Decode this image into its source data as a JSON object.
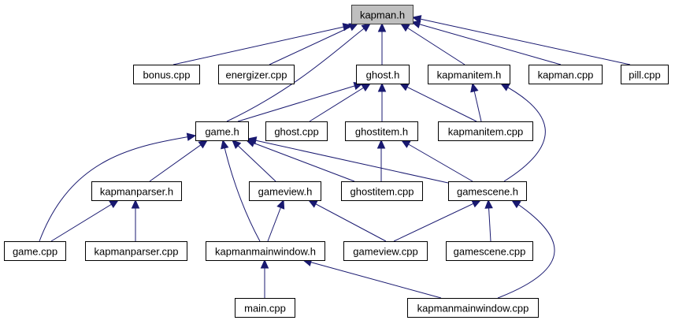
{
  "diagram": {
    "type": "include-dependency-graph",
    "colors": {
      "edge": "#191970",
      "root_fill": "#bfbfbf",
      "node_fill": "#ffffff",
      "node_border": "#000000"
    },
    "root": "kapman.h",
    "nodes": [
      {
        "id": "kapman_h",
        "label": "kapman.h",
        "root": true
      },
      {
        "id": "bonus_cpp",
        "label": "bonus.cpp"
      },
      {
        "id": "energizer_cpp",
        "label": "energizer.cpp"
      },
      {
        "id": "ghost_h",
        "label": "ghost.h"
      },
      {
        "id": "kapmanitem_h",
        "label": "kapmanitem.h"
      },
      {
        "id": "kapman_cpp",
        "label": "kapman.cpp"
      },
      {
        "id": "pill_cpp",
        "label": "pill.cpp"
      },
      {
        "id": "game_h",
        "label": "game.h"
      },
      {
        "id": "ghost_cpp",
        "label": "ghost.cpp"
      },
      {
        "id": "ghostitem_h",
        "label": "ghostitem.h"
      },
      {
        "id": "kapmanitem_cpp",
        "label": "kapmanitem.cpp"
      },
      {
        "id": "kapmanparser_h",
        "label": "kapmanparser.h"
      },
      {
        "id": "gameview_h",
        "label": "gameview.h"
      },
      {
        "id": "ghostitem_cpp",
        "label": "ghostitem.cpp"
      },
      {
        "id": "gamescene_h",
        "label": "gamescene.h"
      },
      {
        "id": "game_cpp",
        "label": "game.cpp"
      },
      {
        "id": "kapmanparser_cpp",
        "label": "kapmanparser.cpp"
      },
      {
        "id": "kapmanmainwindow_h",
        "label": "kapmanmainwindow.h"
      },
      {
        "id": "gameview_cpp",
        "label": "gameview.cpp"
      },
      {
        "id": "gamescene_cpp",
        "label": "gamescene.cpp"
      },
      {
        "id": "main_cpp",
        "label": "main.cpp"
      },
      {
        "id": "kapmanmainwindow_cpp",
        "label": "kapmanmainwindow.cpp"
      }
    ],
    "edges": [
      {
        "from": "bonus_cpp",
        "to": "kapman_h"
      },
      {
        "from": "energizer_cpp",
        "to": "kapman_h"
      },
      {
        "from": "game_h",
        "to": "kapman_h"
      },
      {
        "from": "ghost_h",
        "to": "kapman_h"
      },
      {
        "from": "kapmanitem_h",
        "to": "kapman_h"
      },
      {
        "from": "kapman_cpp",
        "to": "kapman_h"
      },
      {
        "from": "pill_cpp",
        "to": "kapman_h"
      },
      {
        "from": "game_h",
        "to": "ghost_h"
      },
      {
        "from": "ghost_cpp",
        "to": "ghost_h"
      },
      {
        "from": "ghostitem_h",
        "to": "ghost_h"
      },
      {
        "from": "kapmanitem_cpp",
        "to": "ghost_h"
      },
      {
        "from": "kapmanitem_cpp",
        "to": "kapmanitem_h"
      },
      {
        "from": "gamescene_h",
        "to": "kapmanitem_h"
      },
      {
        "from": "game_cpp",
        "to": "game_h"
      },
      {
        "from": "kapmanparser_h",
        "to": "game_h"
      },
      {
        "from": "kapmanmainwindow_h",
        "to": "game_h"
      },
      {
        "from": "gameview_h",
        "to": "game_h"
      },
      {
        "from": "ghostitem_cpp",
        "to": "game_h"
      },
      {
        "from": "gamescene_h",
        "to": "game_h"
      },
      {
        "from": "ghostitem_cpp",
        "to": "ghostitem_h"
      },
      {
        "from": "gamescene_h",
        "to": "ghostitem_h"
      },
      {
        "from": "game_cpp",
        "to": "kapmanparser_h"
      },
      {
        "from": "kapmanparser_cpp",
        "to": "kapmanparser_h"
      },
      {
        "from": "kapmanmainwindow_h",
        "to": "gameview_h"
      },
      {
        "from": "gameview_cpp",
        "to": "gameview_h"
      },
      {
        "from": "gameview_cpp",
        "to": "gamescene_h"
      },
      {
        "from": "gamescene_cpp",
        "to": "gamescene_h"
      },
      {
        "from": "kapmanmainwindow_cpp",
        "to": "gamescene_h"
      },
      {
        "from": "main_cpp",
        "to": "kapmanmainwindow_h"
      },
      {
        "from": "kapmanmainwindow_cpp",
        "to": "kapmanmainwindow_h"
      }
    ]
  }
}
